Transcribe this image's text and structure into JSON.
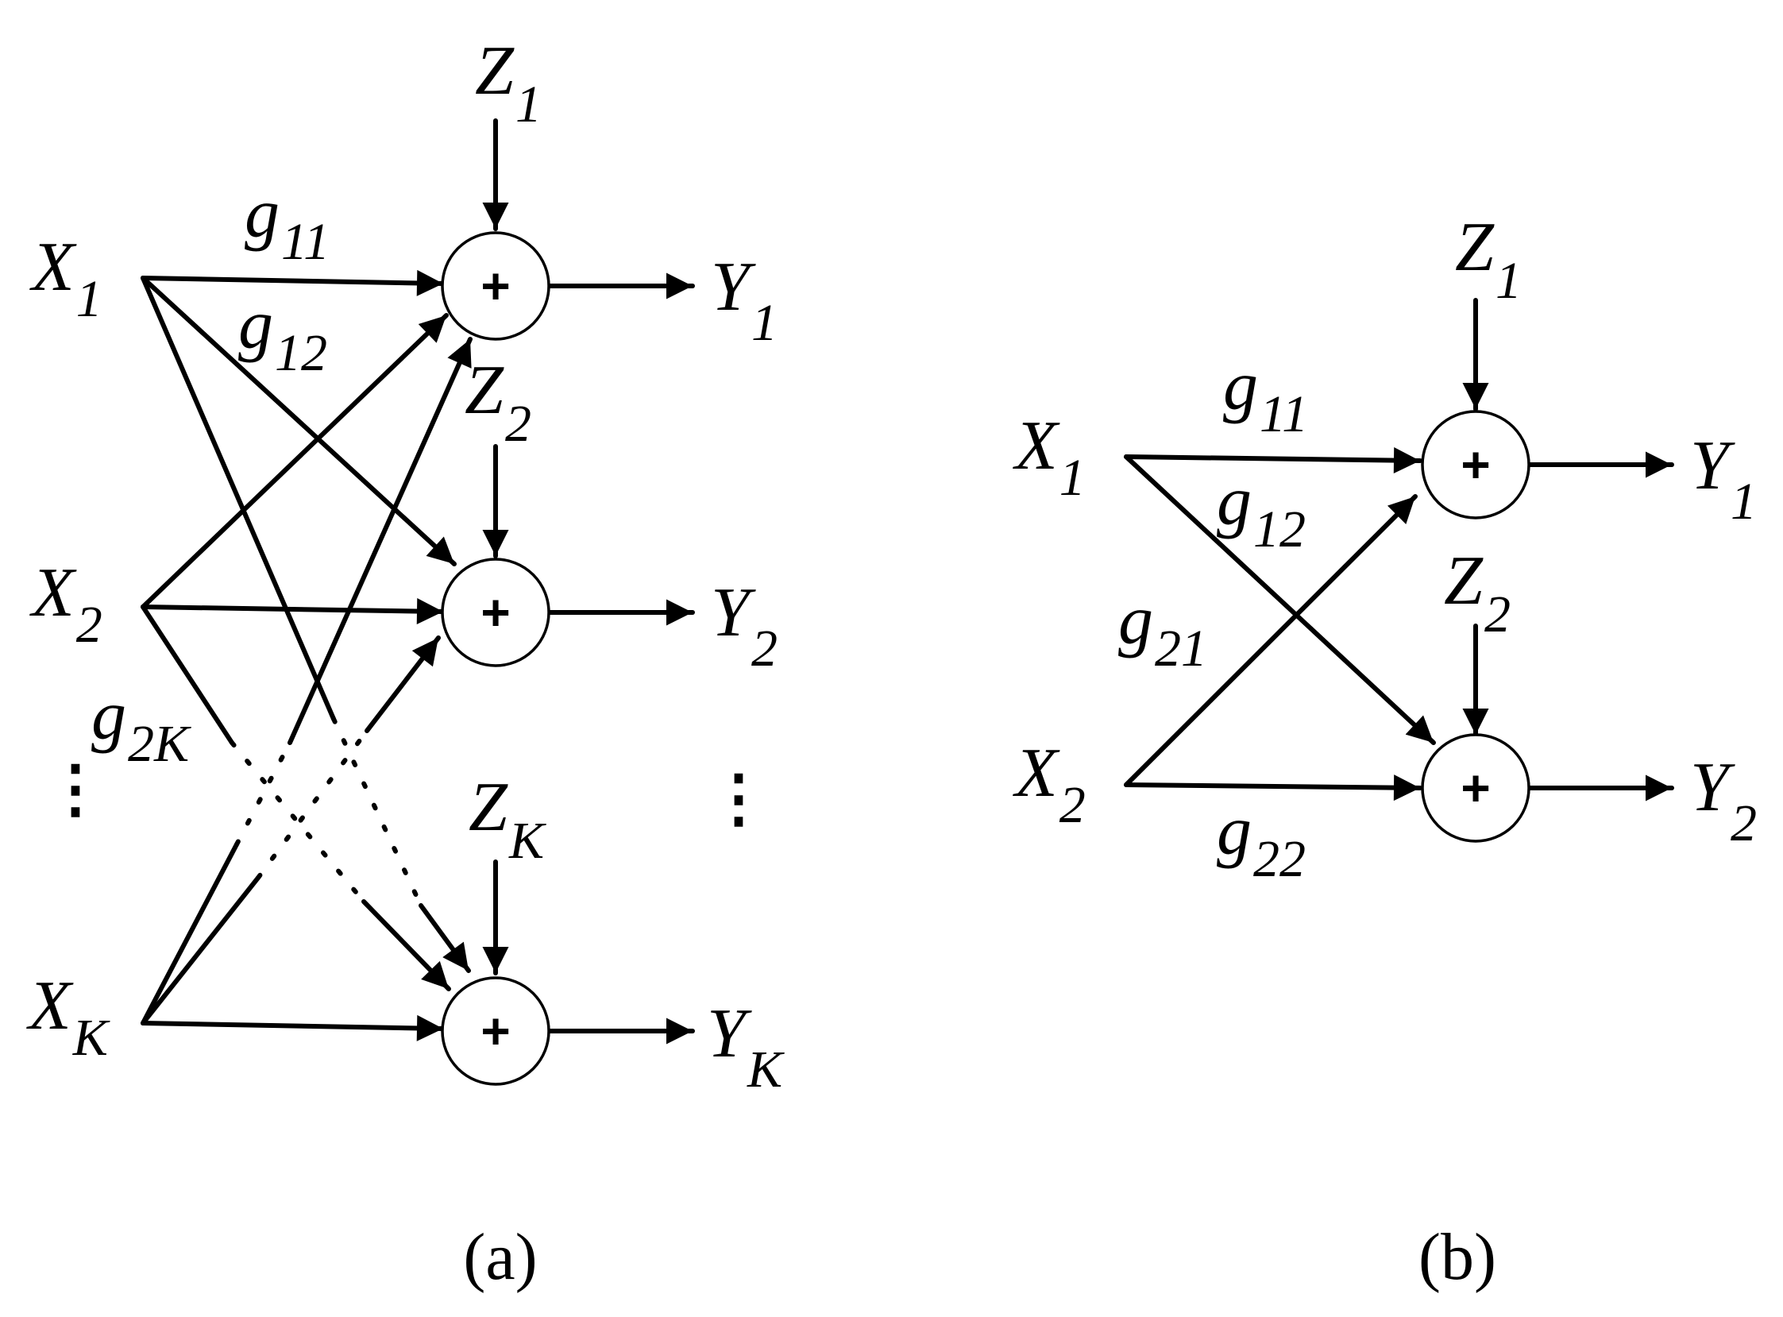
{
  "panel_a": {
    "caption": "(a)",
    "inputs": [
      {
        "base": "X",
        "sub": "1"
      },
      {
        "base": "X",
        "sub": "2"
      },
      {
        "base": "X",
        "sub": "K"
      }
    ],
    "outputs": [
      {
        "base": "Y",
        "sub": "1"
      },
      {
        "base": "Y",
        "sub": "2"
      },
      {
        "base": "Y",
        "sub": "K"
      }
    ],
    "noises": [
      {
        "base": "Z",
        "sub": "1"
      },
      {
        "base": "Z",
        "sub": "2"
      },
      {
        "base": "Z",
        "sub": "K"
      }
    ],
    "gains": [
      {
        "base": "g",
        "sub": "11"
      },
      {
        "base": "g",
        "sub": "12"
      },
      {
        "base": "g",
        "sub": "2K"
      }
    ],
    "adder_symbol": "+",
    "vertical_ellipsis": "⋮"
  },
  "panel_b": {
    "caption": "(b)",
    "inputs": [
      {
        "base": "X",
        "sub": "1"
      },
      {
        "base": "X",
        "sub": "2"
      }
    ],
    "outputs": [
      {
        "base": "Y",
        "sub": "1"
      },
      {
        "base": "Y",
        "sub": "2"
      }
    ],
    "noises": [
      {
        "base": "Z",
        "sub": "1"
      },
      {
        "base": "Z",
        "sub": "2"
      }
    ],
    "gains": [
      {
        "base": "g",
        "sub": "11"
      },
      {
        "base": "g",
        "sub": "12"
      },
      {
        "base": "g",
        "sub": "21"
      },
      {
        "base": "g",
        "sub": "22"
      }
    ],
    "adder_symbol": "+"
  }
}
